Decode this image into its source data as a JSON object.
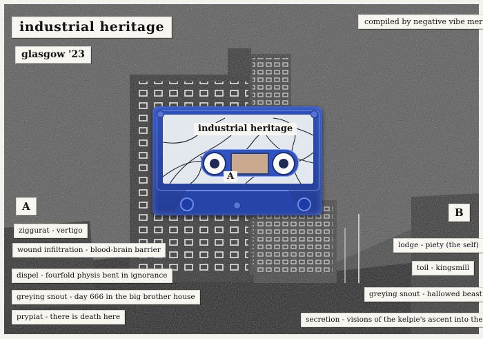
{
  "poster": {
    "title": "industrial heritage",
    "subtitle": "glasgow '23",
    "credit": "compiled by negative vibe merchant",
    "side_a_marker": "A",
    "side_b_marker": "B"
  },
  "cassette": {
    "shell_color": "#2d50b8",
    "label_title": "industrial heritage",
    "label_side": "A"
  },
  "tracks": {
    "side_a": [
      "ziggurat - vertigo",
      "wound infiltration - blood-brain barrier",
      "dispel - fourfold physis bent in ignorance",
      "greying snout - day 666 in the big brother house",
      "prypiat - there is death here"
    ],
    "side_b": [
      "lodge - piety (the self)",
      "toil - kingsmill",
      "greying snout - hallowed beast",
      "secretion - visions of the kelpie's ascent into the haar"
    ]
  }
}
